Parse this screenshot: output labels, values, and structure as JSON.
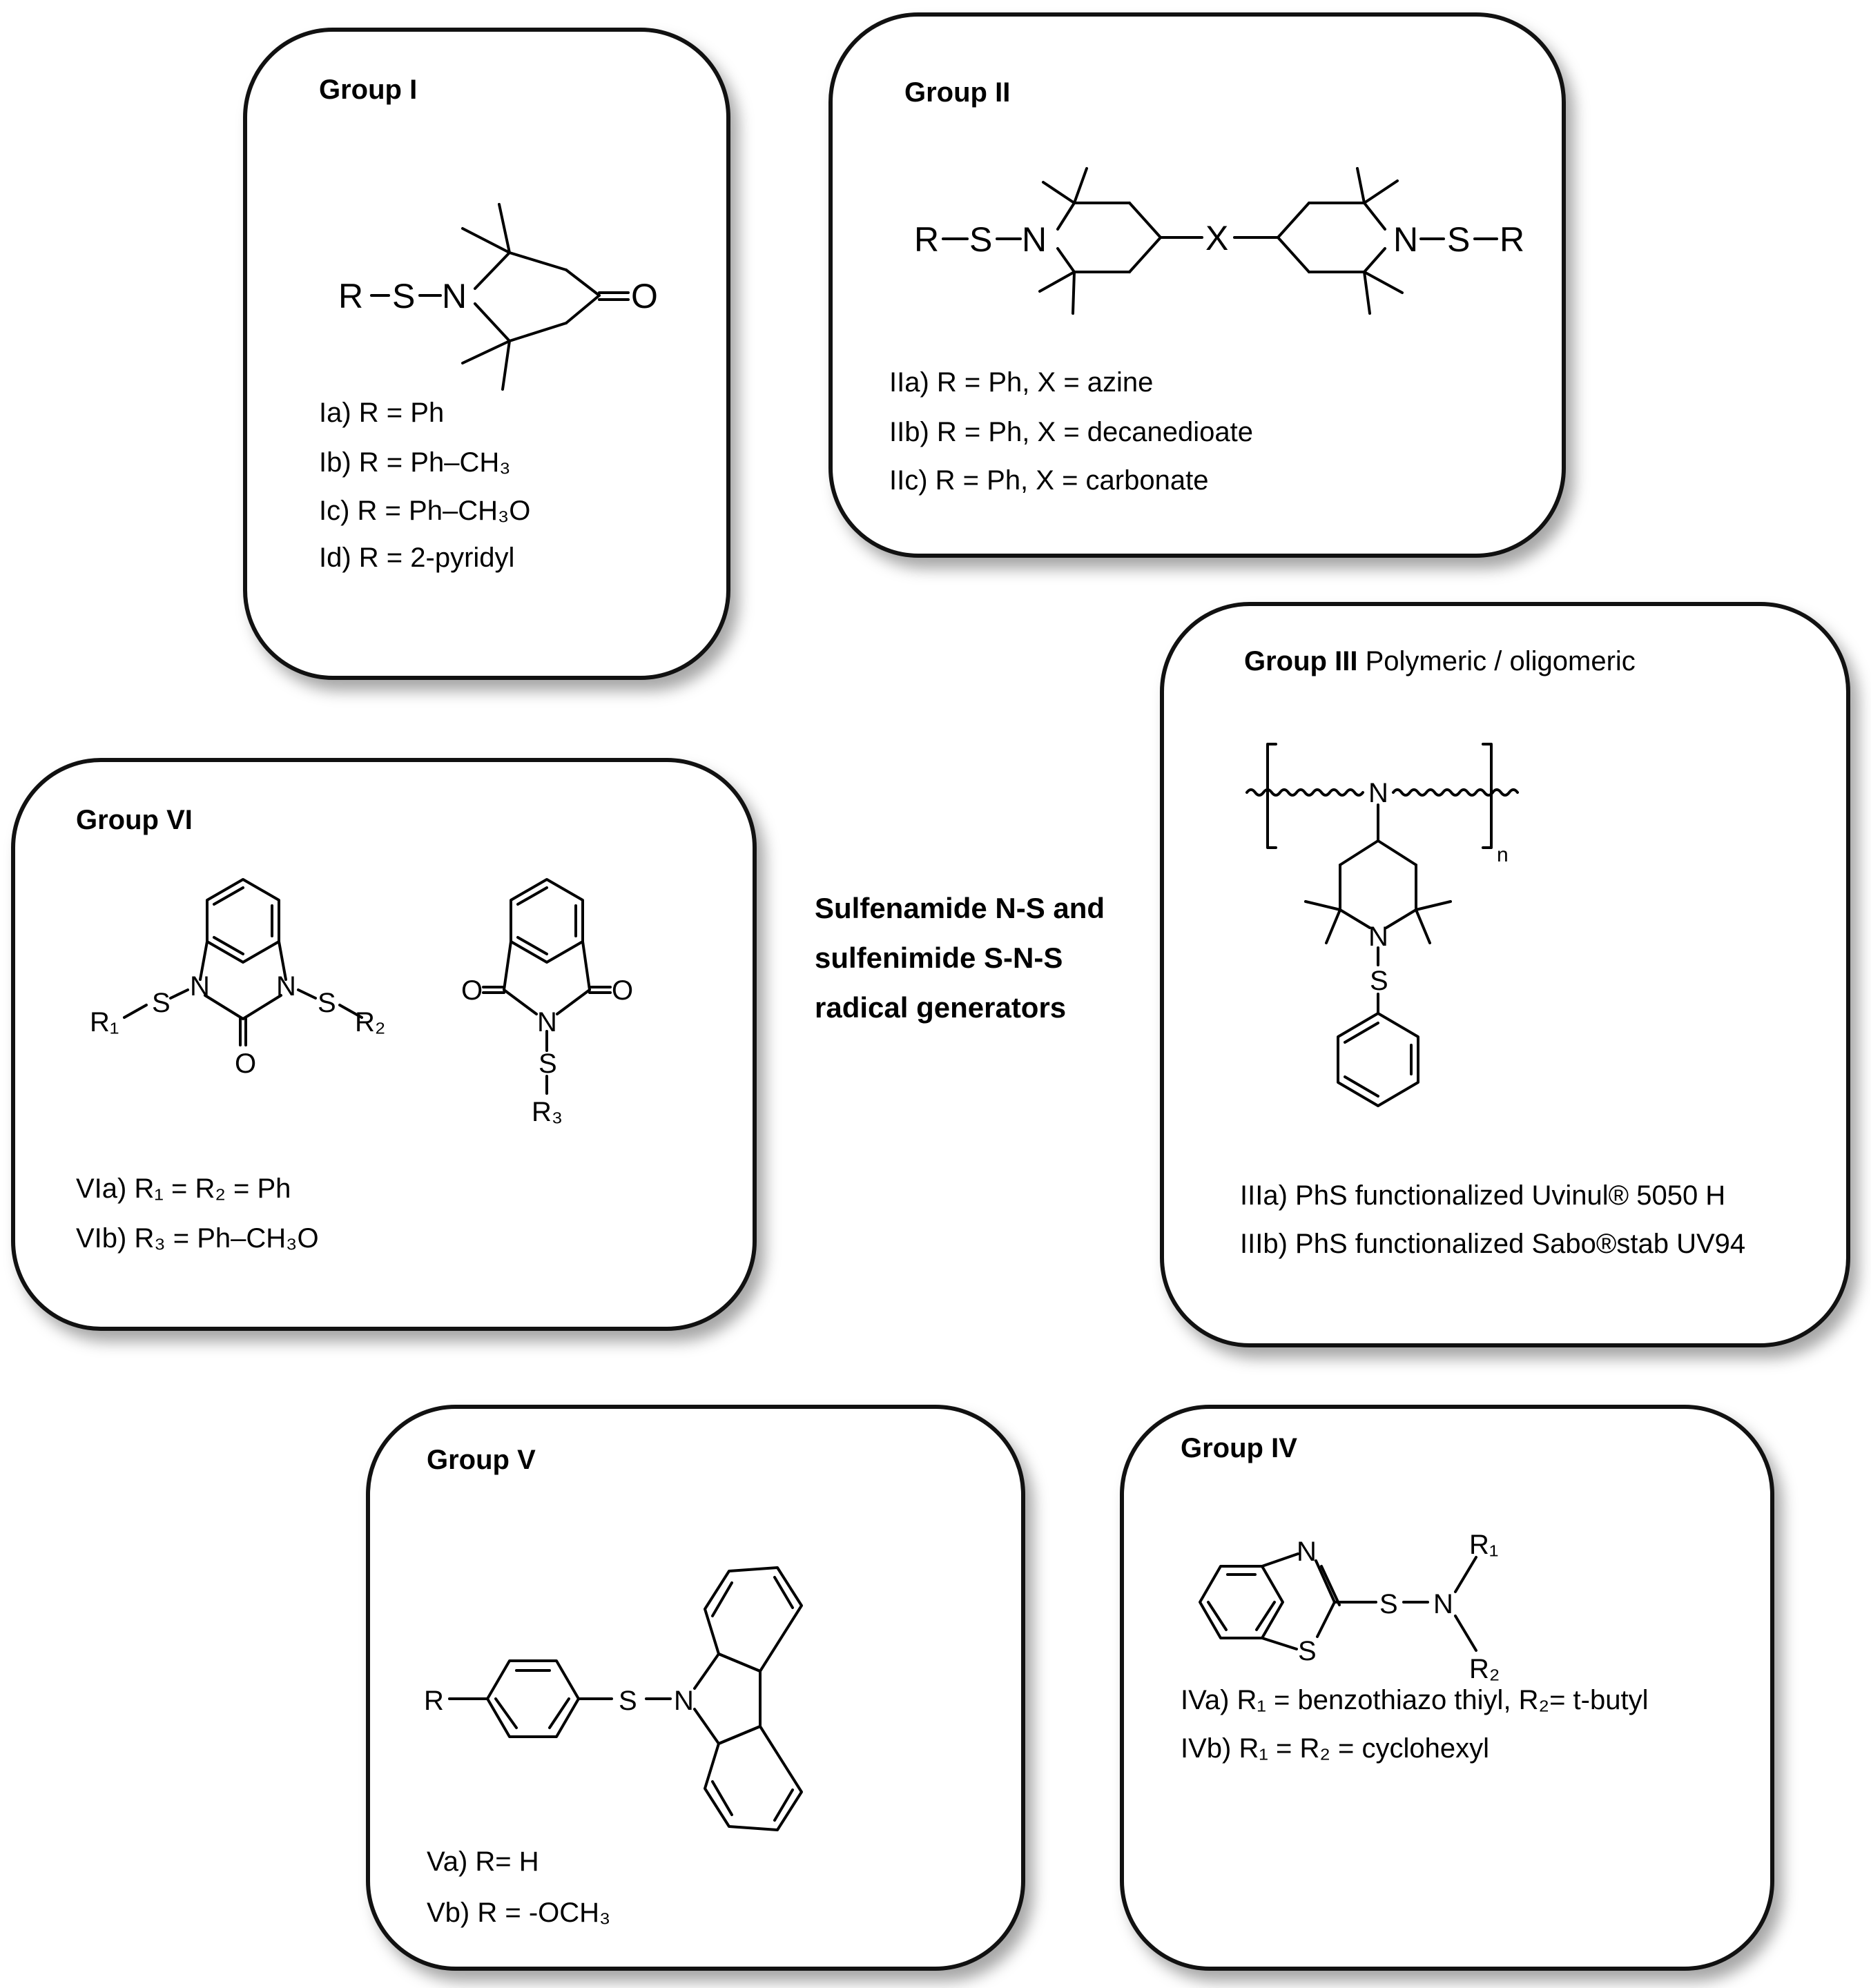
{
  "center_label": {
    "line1": "Sulfenamide N-S and",
    "line2": "sulfenimide S-N-S",
    "line3": "radical generators"
  },
  "groups": {
    "g1": {
      "title": "Group I",
      "atoms": {
        "R": "R",
        "S": "S",
        "N": "N",
        "O": "O"
      },
      "items": [
        "Ia) R = Ph",
        "Ib) R = Ph–CH₃",
        "Ic) R = Ph–CH₃O",
        "Id) R = 2-pyridyl"
      ]
    },
    "g2": {
      "title": "Group II",
      "atoms": {
        "R": "R",
        "S": "S",
        "N": "N",
        "X": "X"
      },
      "items": [
        "IIa) R = Ph, X = azine",
        "IIb) R = Ph, X = decanedioate",
        "IIc) R = Ph, X = carbonate"
      ]
    },
    "g3": {
      "title": "Group III",
      "subtitle": "Polymeric / oligomeric",
      "atoms": {
        "N": "N",
        "S": "S",
        "n": "n"
      },
      "items": [
        "IIIa) PhS functionalized Uvinul® 5050 H",
        "IIIb) PhS functionalized Sabo®stab UV94"
      ]
    },
    "g4": {
      "title": "Group IV",
      "atoms": {
        "N": "N",
        "S": "S",
        "R1": "R₁",
        "R2": "R₂"
      },
      "items": [
        "IVa) R₁ = benzothiazo thiyl, R₂= t-butyl",
        "IVb) R₁ = R₂ = cyclohexyl"
      ]
    },
    "g5": {
      "title": "Group V",
      "atoms": {
        "R": "R",
        "S": "S",
        "N": "N"
      },
      "items": [
        "Va) R= H",
        "Vb) R = -OCH₃"
      ]
    },
    "g6": {
      "title": "Group VI",
      "atoms": {
        "R1": "R₁",
        "R2": "R₂",
        "R3": "R₃",
        "S": "S",
        "N": "N",
        "O": "O"
      },
      "items": [
        "VIa) R₁ = R₂ = Ph",
        "VIb) R₃ = Ph–CH₃O"
      ]
    }
  }
}
